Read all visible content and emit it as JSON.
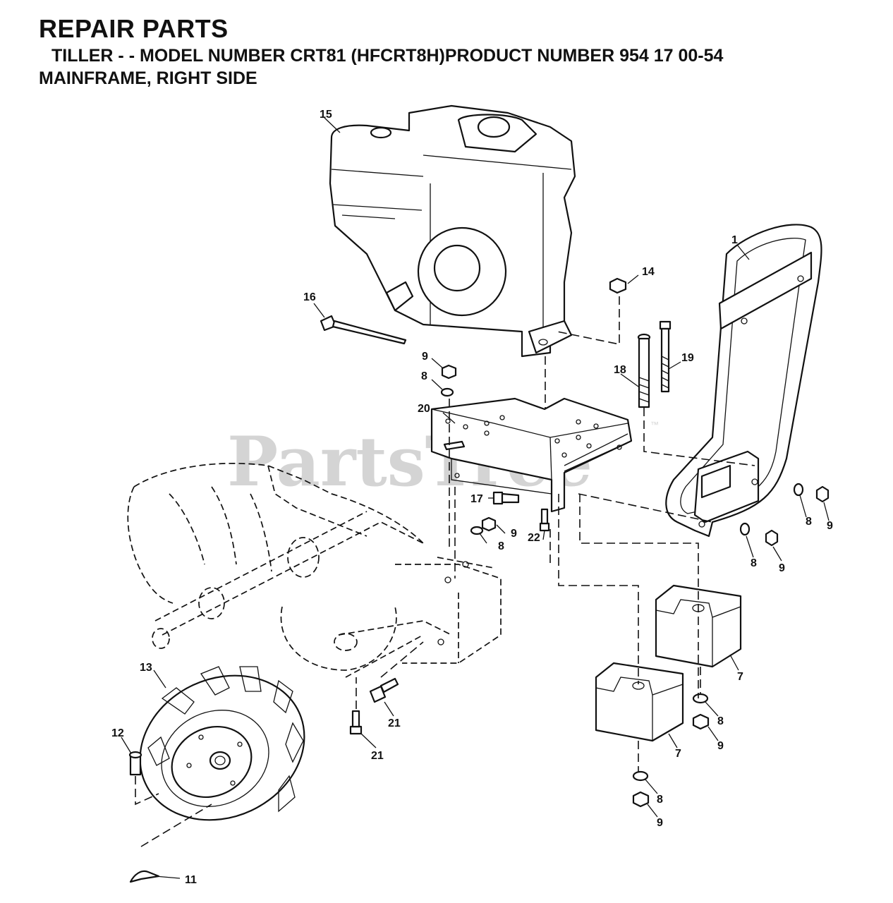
{
  "header": {
    "title": "REPAIR PARTS",
    "subtitle": "TILLER - - MODEL NUMBER CRT81 (HFCRT8H)PRODUCT NUMBER 954 17 00-54",
    "section": "MAINFRAME, RIGHT SIDE"
  },
  "watermark": {
    "text": "PartsTree",
    "mark": "™"
  },
  "labels": {
    "l1": "1",
    "l7a": "7",
    "l7b": "7",
    "l8a": "8",
    "l8b": "8",
    "l8c": "8",
    "l8d": "8",
    "l8e": "8",
    "l8f": "8",
    "l9a": "9",
    "l9b": "9",
    "l9c": "9",
    "l9d": "9",
    "l9e": "9",
    "l9f": "9",
    "l11": "11",
    "l12": "12",
    "l13": "13",
    "l14": "14",
    "l15": "15",
    "l16": "16",
    "l17": "17",
    "l18": "18",
    "l19": "19",
    "l20": "20",
    "l21a": "21",
    "l21b": "21",
    "l22": "22"
  }
}
